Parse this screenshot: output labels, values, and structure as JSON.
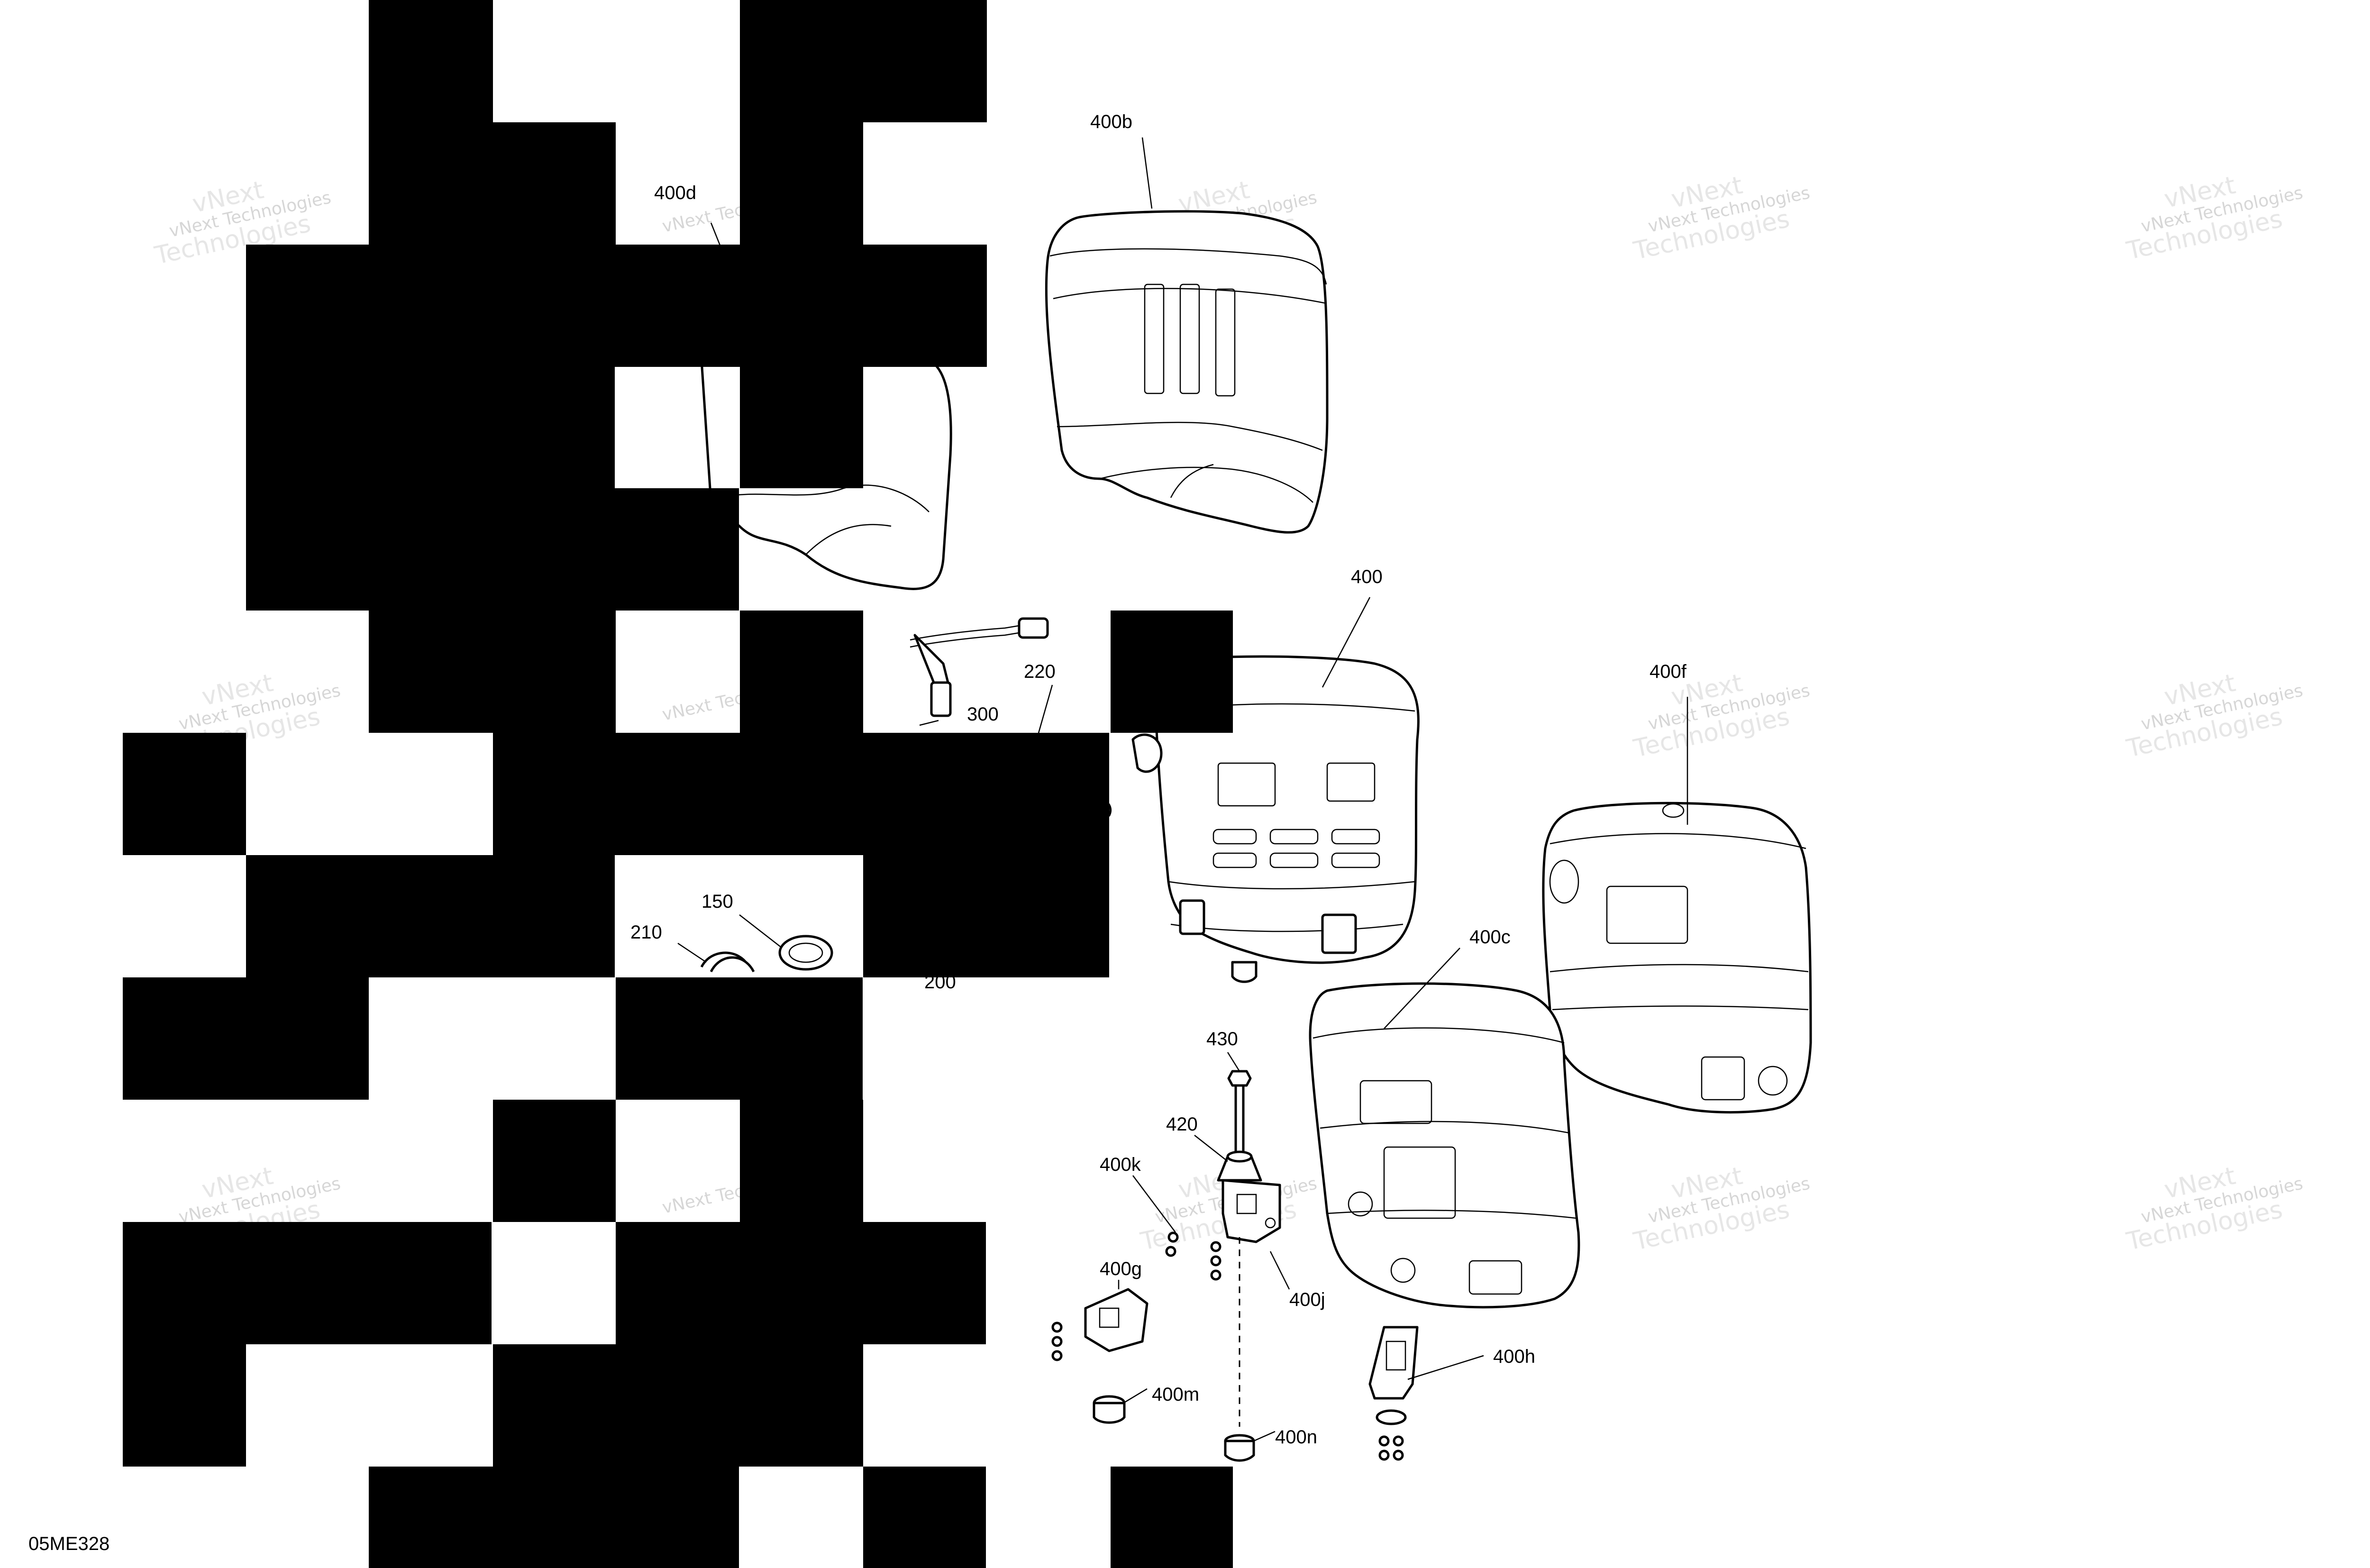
{
  "figure_id": "05ME328",
  "watermark": {
    "line1": "vNext",
    "line2": "Technologies",
    "full": "vNext Technologies"
  },
  "callouts": [
    {
      "id": "400b",
      "label": "400b"
    },
    {
      "id": "400d",
      "label": "400d"
    },
    {
      "id": "400",
      "label": "400"
    },
    {
      "id": "220",
      "label": "220"
    },
    {
      "id": "300",
      "label": "300"
    },
    {
      "id": "400f",
      "label": "400f"
    },
    {
      "id": "150",
      "label": "150"
    },
    {
      "id": "210",
      "label": "210"
    },
    {
      "id": "200",
      "label": "200"
    },
    {
      "id": "400c",
      "label": "400c"
    },
    {
      "id": "430",
      "label": "430"
    },
    {
      "id": "420",
      "label": "420"
    },
    {
      "id": "400k",
      "label": "400k"
    },
    {
      "id": "400g",
      "label": "400g"
    },
    {
      "id": "400j",
      "label": "400j"
    },
    {
      "id": "400h",
      "label": "400h"
    },
    {
      "id": "400m",
      "label": "400m"
    },
    {
      "id": "400n",
      "label": "400n"
    }
  ]
}
